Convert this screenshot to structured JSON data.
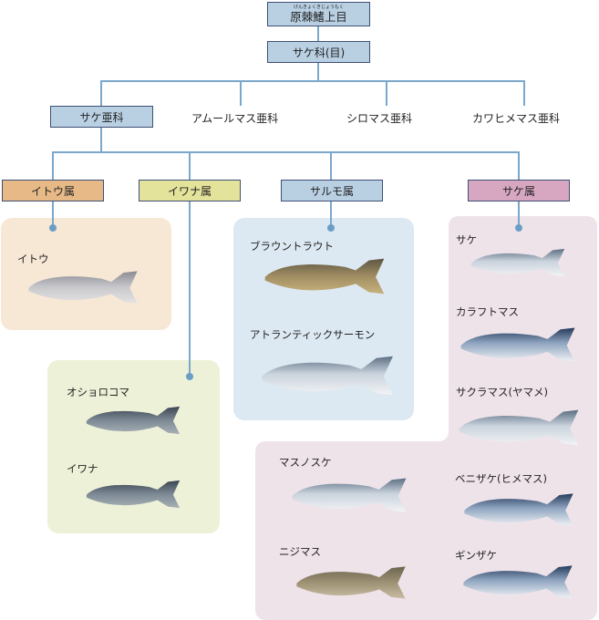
{
  "title": {
    "ruby": "げんきょくきじょうもく",
    "label": "原棘鰭上目"
  },
  "order": {
    "label": "サケ科(目)"
  },
  "subfamilies": [
    {
      "label": "サケ亜科",
      "boxed": true
    },
    {
      "label": "アムールマス亜科",
      "boxed": false
    },
    {
      "label": "シロマス亜科",
      "boxed": false
    },
    {
      "label": "カワヒメマス亜科",
      "boxed": false
    }
  ],
  "genera": [
    {
      "label": "イトウ属",
      "color": "#e6b987",
      "panel_color": "#f7e8d6",
      "species": [
        "イトウ"
      ]
    },
    {
      "label": "イワナ属",
      "color": "#e3e39b",
      "panel_color": "#edf1d7",
      "species": [
        "オショロコマ",
        "イワナ"
      ]
    },
    {
      "label": "サルモ属",
      "color": "#b9d0e3",
      "panel_color": "#dde9f2",
      "species": [
        "ブラウントラウト",
        "アトランティックサーモン"
      ]
    },
    {
      "label": "サケ属",
      "color": "#d7a6c1",
      "panel_color": "#efe3ea",
      "species": [
        "サケ",
        "カラフトマス",
        "サクラマス(ヤマメ)",
        "マスノスケ",
        "ベニザケ(ヒメマス)",
        "ニジマス",
        "ギンザケ"
      ]
    }
  ],
  "colors": {
    "line": "#7aa8cc",
    "box_border": "#3e4f75",
    "box_blue": "#b9d0e3"
  },
  "icons": {
    "fish": "fish-photo"
  }
}
